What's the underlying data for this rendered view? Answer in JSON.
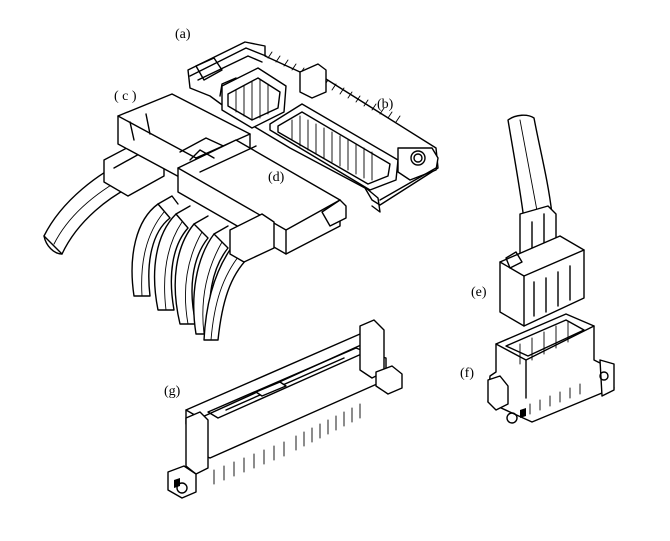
{
  "labels": {
    "a": "(a)",
    "b": "(b)",
    "c": "( c )",
    "d": "(d)",
    "e": "(e)",
    "f": "(f)",
    "g": "(g)"
  },
  "colors": {
    "line": "#000000",
    "background": "#ffffff"
  }
}
